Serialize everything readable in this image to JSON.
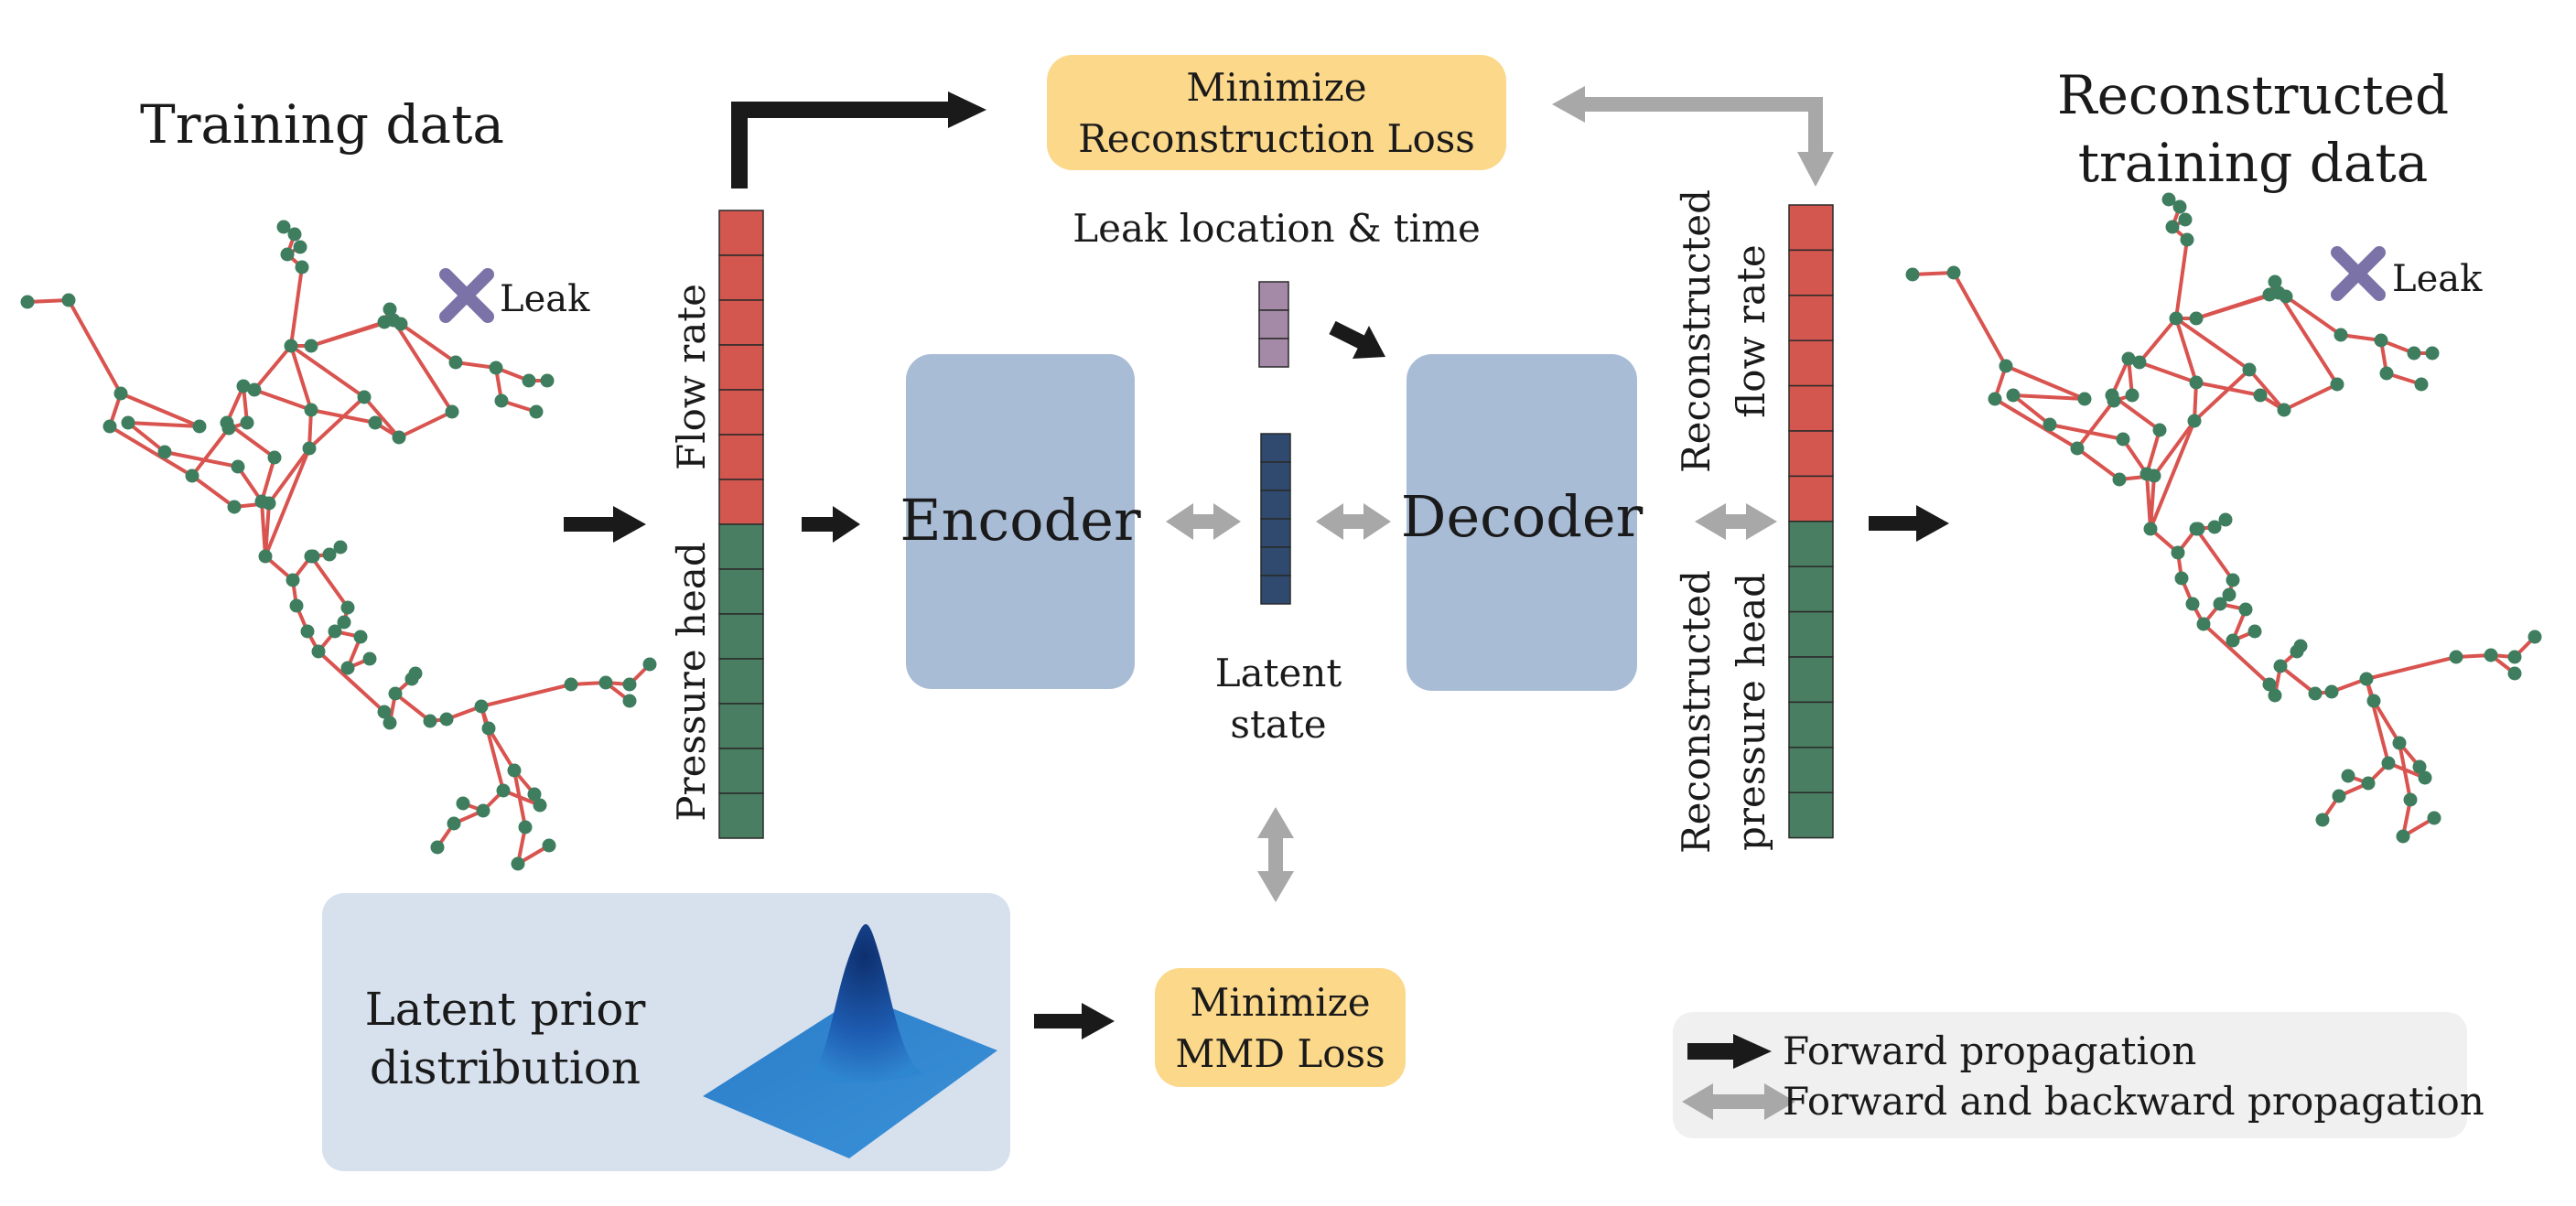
{
  "titles": {
    "training_data": "Training data",
    "reconstructed_line1": "Reconstructed",
    "reconstructed_line2": "training data"
  },
  "leak_label": "Leak",
  "vector_labels": {
    "flow_rate": "Flow rate",
    "pressure_head": "Pressure head",
    "recon_flow_line1": "Reconstructed",
    "recon_flow_line2": "flow rate",
    "recon_pressure_line1": "Reconstructed",
    "recon_pressure_line2": "pressure head"
  },
  "encoder": "Encoder",
  "decoder": "Decoder",
  "leak_location_time": "Leak location & time",
  "latent_state_line1": "Latent",
  "latent_state_line2": "state",
  "recon_loss_line1": "Minimize",
  "recon_loss_line2": "Reconstruction Loss",
  "mmd_loss_line1": "Minimize",
  "mmd_loss_line2": "MMD Loss",
  "prior_line1": "Latent prior",
  "prior_line2": "distribution",
  "legend": {
    "forward": "Forward propagation",
    "forward_backward": "Forward and backward propagation"
  },
  "colors": {
    "pipe": "#d9534f",
    "node": "#3f7d5f",
    "leak_marker": "#7b73a8",
    "flow_cell": "#d4574f",
    "pressure_cell": "#4a7e62",
    "leak_vector": "#a58aa8",
    "latent_vector": "#2f4a6e",
    "block": "#a9bcd6",
    "loss_box": "#fcd88a",
    "prior_box": "#d7e1ee",
    "legend_box": "#f0f0f0",
    "arrow_dark": "#1a1a1a",
    "arrow_gray": "#a8a8a8"
  }
}
